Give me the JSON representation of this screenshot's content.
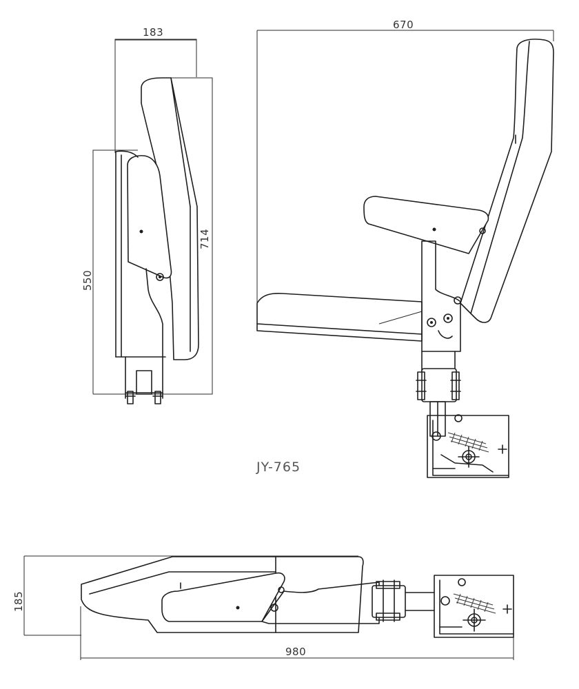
{
  "model_label": "JY-765",
  "dimensions": {
    "side_width": "183",
    "side_height_total": "714",
    "side_height_seat": "550",
    "front_width": "670",
    "folded_height": "185",
    "folded_length": "980"
  },
  "views": [
    "side-view",
    "front-view",
    "folded-view"
  ]
}
